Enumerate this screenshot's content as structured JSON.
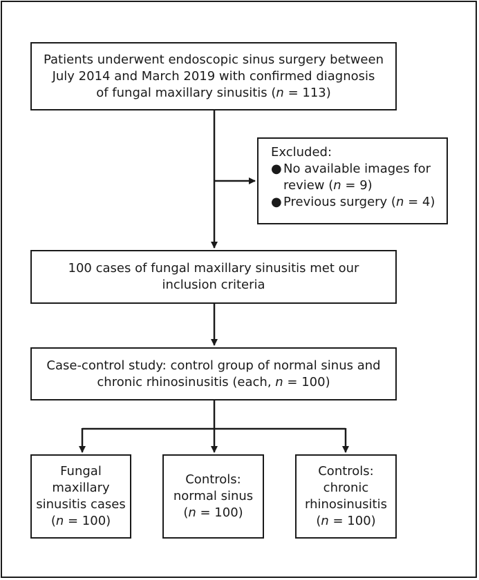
{
  "box1": {
    "line1": "Patients underwent endoscopic sinus surgery between",
    "line2": "July 2014 and March 2019 with confirmed diagnosis",
    "line3_pre": "of fungal maxillary sinusitis (",
    "n_var": "n",
    "line3_post": " = 113)"
  },
  "excluded": {
    "title": "Excluded:",
    "bullet": "●",
    "item1_line1": "No available images for",
    "item1_pre": "review (",
    "item1_post": " = 9)",
    "item2_pre": "Previous surgery (",
    "item2_post": " = 4)",
    "n_var": "n"
  },
  "box2": {
    "line1": "100 cases of fungal maxillary sinusitis met our",
    "line2": "inclusion criteria"
  },
  "box3": {
    "line1": "Case-control study: control group of normal sinus and",
    "line2_pre": "chronic rhinosinusitis (each, ",
    "n_var": "n",
    "line2_post": " = 100)"
  },
  "groups": [
    {
      "line1": "Fungal",
      "line2": "maxillary",
      "line3": "sinusitis cases",
      "n_var": "n",
      "n_post": " = 100)",
      "n_pre": "("
    },
    {
      "line1": "Controls:",
      "line2": "normal sinus",
      "n_var": "n",
      "n_post": " = 100)",
      "n_pre": "("
    },
    {
      "line1": "Controls:",
      "line2": "chronic",
      "line3": "rhinosinusitis",
      "n_var": "n",
      "n_post": " = 100)",
      "n_pre": "("
    }
  ]
}
